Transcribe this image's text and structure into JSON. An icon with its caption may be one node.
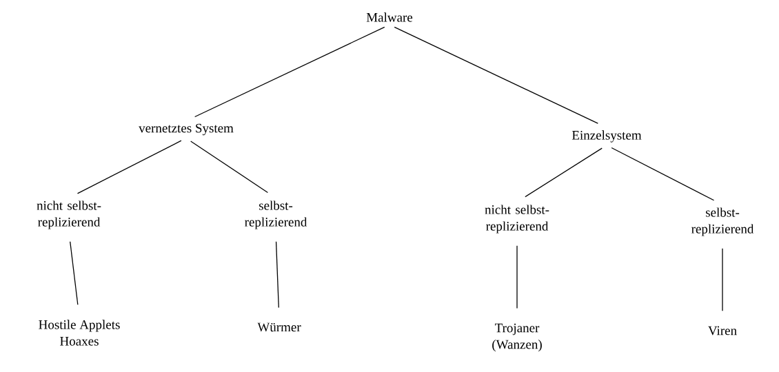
{
  "diagram": {
    "nodes": [
      {
        "text": [
          "Malware"
        ]
      },
      {
        "text": [
          "vernetztes System"
        ]
      },
      {
        "text": [
          "Einzelsystem"
        ]
      },
      {
        "text": [
          "nicht selbst- replizierend"
        ]
      },
      {
        "text": [
          "selbst- replizierend"
        ]
      },
      {
        "text": [
          "nicht selbst- replizierend"
        ]
      },
      {
        "text": [
          "selbst- replizierend"
        ]
      },
      {
        "text": [
          "Hostile Applets",
          "Hoaxes"
        ]
      },
      {
        "text": [
          "Würmer"
        ]
      },
      {
        "text": [
          "Trojaner",
          "(Wanzen)"
        ]
      },
      {
        "text": [
          "Viren"
        ]
      }
    ],
    "edges": [
      {
        "from": 0,
        "to": 1,
        "arrow": "none"
      },
      {
        "from": 0,
        "to": 2,
        "arrow": "none"
      },
      {
        "from": 1,
        "to": 3,
        "arrow": "none"
      },
      {
        "from": 1,
        "to": 4,
        "arrow": "none"
      },
      {
        "from": 2,
        "to": 5,
        "arrow": "none"
      },
      {
        "from": 2,
        "to": 6,
        "arrow": "none"
      },
      {
        "from": 3,
        "to": 7,
        "arrow": "none"
      },
      {
        "from": 4,
        "to": 8,
        "arrow": "none"
      },
      {
        "from": 5,
        "to": 9,
        "arrow": "none"
      },
      {
        "from": 6,
        "to": 10,
        "arrow": "none"
      }
    ]
  }
}
